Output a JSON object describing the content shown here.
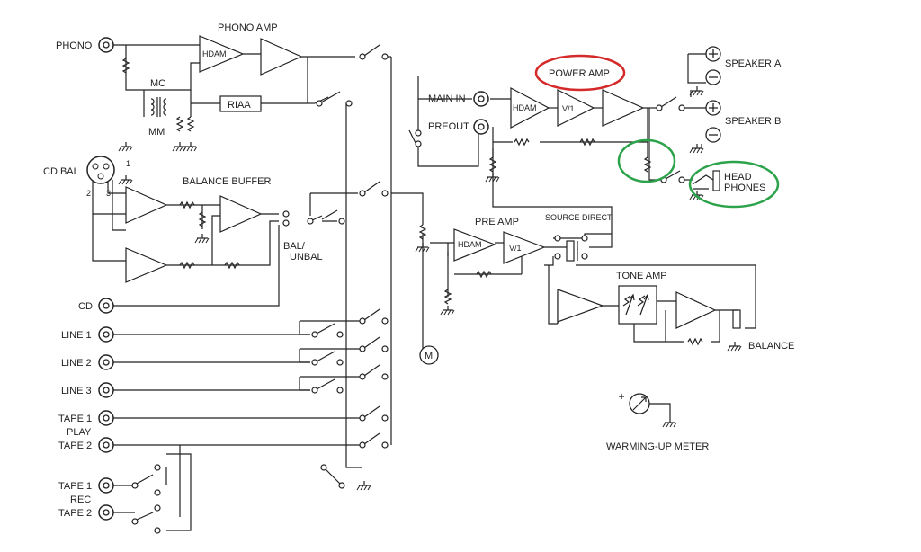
{
  "labels": {
    "phono": "PHONO",
    "phono_amp": "PHONO AMP",
    "hdam": "HDAM",
    "mc": "MC",
    "mm": "MM",
    "riaa": "RIAA",
    "cd_bal": "CD BAL",
    "balance_buffer": "BALANCE BUFFER",
    "bal_unbal_1": "BAL/",
    "bal_unbal_2": "UNBAL",
    "cd": "CD",
    "line1": "LINE 1",
    "line2": "LINE 2",
    "line3": "LINE 3",
    "tape1_play": "TAPE 1",
    "play": "PLAY",
    "tape2_play": "TAPE 2",
    "tape1_rec": "TAPE 1",
    "rec": "REC",
    "tape2_rec": "TAPE 2",
    "main_in": "MAIN IN",
    "preout": "PREOUT",
    "power_amp": "POWER AMP",
    "v1": "V/1",
    "speaker_a": "SPEAKER.A",
    "speaker_b": "SPEAKER.B",
    "head": "HEAD",
    "phones": "PHONES",
    "pre_amp": "PRE AMP",
    "source_direct": "SOURCE DIRECT",
    "tone_amp": "TONE AMP",
    "balance": "BALANCE",
    "motor": "M",
    "warming_up_meter": "WARMING-UP METER",
    "xlr_pin1": "1",
    "xlr_pin2": "2",
    "xlr_pin3": "3"
  },
  "highlights": {
    "power_amp_color": "#d42a2a",
    "green_color": "#2ca24a"
  }
}
